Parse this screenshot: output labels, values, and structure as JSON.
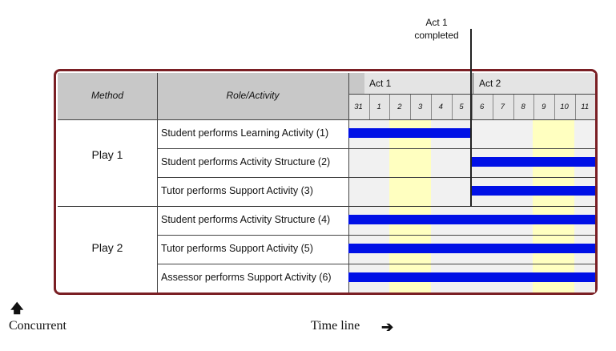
{
  "annotation": {
    "line1": "Act 1",
    "line2": "completed"
  },
  "table": {
    "method_header": "Method",
    "role_header": "Role/Activity",
    "acts": [
      "Act 1",
      "Act 2"
    ],
    "days": [
      "31",
      "1",
      "2",
      "3",
      "4",
      "5",
      "6",
      "7",
      "8",
      "9",
      "10",
      "11"
    ],
    "plays": [
      "Play 1",
      "Play 2"
    ],
    "rows": [
      {
        "label": "Student performs Learning Activity (1)",
        "start_day": "31",
        "end_day": "5"
      },
      {
        "label": "Student performs Activity Structure (2)",
        "start_day": "6",
        "end_day": "11"
      },
      {
        "label": "Tutor performs Support Activity (3)",
        "start_day": "6",
        "end_day": "11"
      },
      {
        "label": "Student performs Activity Structure (4)",
        "start_day": "31",
        "end_day": "11"
      },
      {
        "label": "Tutor performs Support Activity (5)",
        "start_day": "31",
        "end_day": "11"
      },
      {
        "label": "Assessor performs Support Activity (6)",
        "start_day": "31",
        "end_day": "11"
      }
    ],
    "highlight_days": [
      "2",
      "3",
      "9",
      "10"
    ]
  },
  "footer": {
    "concurrent_label": "Concurrent",
    "timeline_label": "Time line"
  },
  "colors": {
    "bar": "#0010e6",
    "highlight": "#ffffc0",
    "frame": "#7a1f24"
  }
}
